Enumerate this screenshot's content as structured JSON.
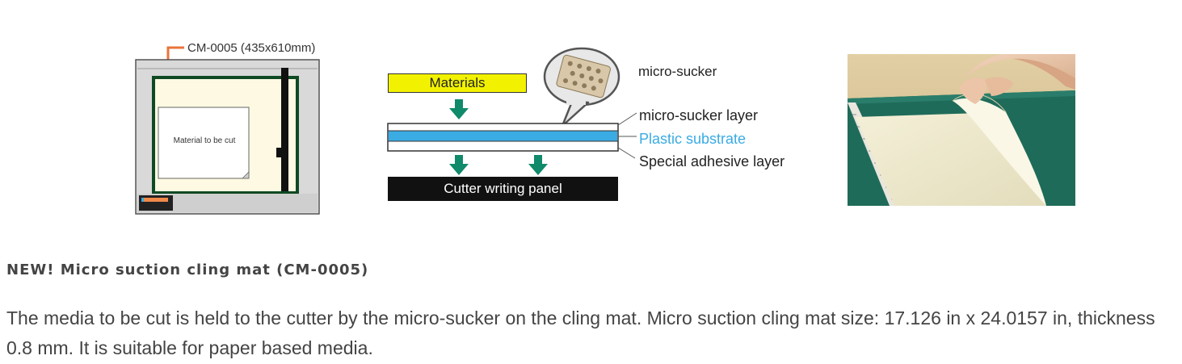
{
  "figures": {
    "cutter": {
      "callout": "CM-0005 (435x610mm)",
      "material_label": "Material to be cut"
    },
    "layers": {
      "materials": "Materials",
      "micro_sucker": "micro-sucker",
      "micro_sucker_layer": "micro-sucker layer",
      "plastic_substrate": "Plastic substrate",
      "adhesive_layer": "Special adhesive layer",
      "panel": "Cutter writing panel"
    }
  },
  "article": {
    "heading": "NEW! Micro suction cling mat (CM-0005)",
    "body": "The media to be cut is held to the cutter by the micro-sucker on the cling mat.  Micro suction cling mat size: 17.126 in x 24.0157 in, thickness 0.8 mm.  It is suitable for paper based media."
  },
  "colors": {
    "substrate_blue": "#3aabe3",
    "materials_yellow": "#f2f200",
    "arrow_green": "#0f8a6a",
    "mat_cream": "#fdf9e2",
    "frame_green": "#0e4a23",
    "callout_orange": "#e8743a"
  }
}
